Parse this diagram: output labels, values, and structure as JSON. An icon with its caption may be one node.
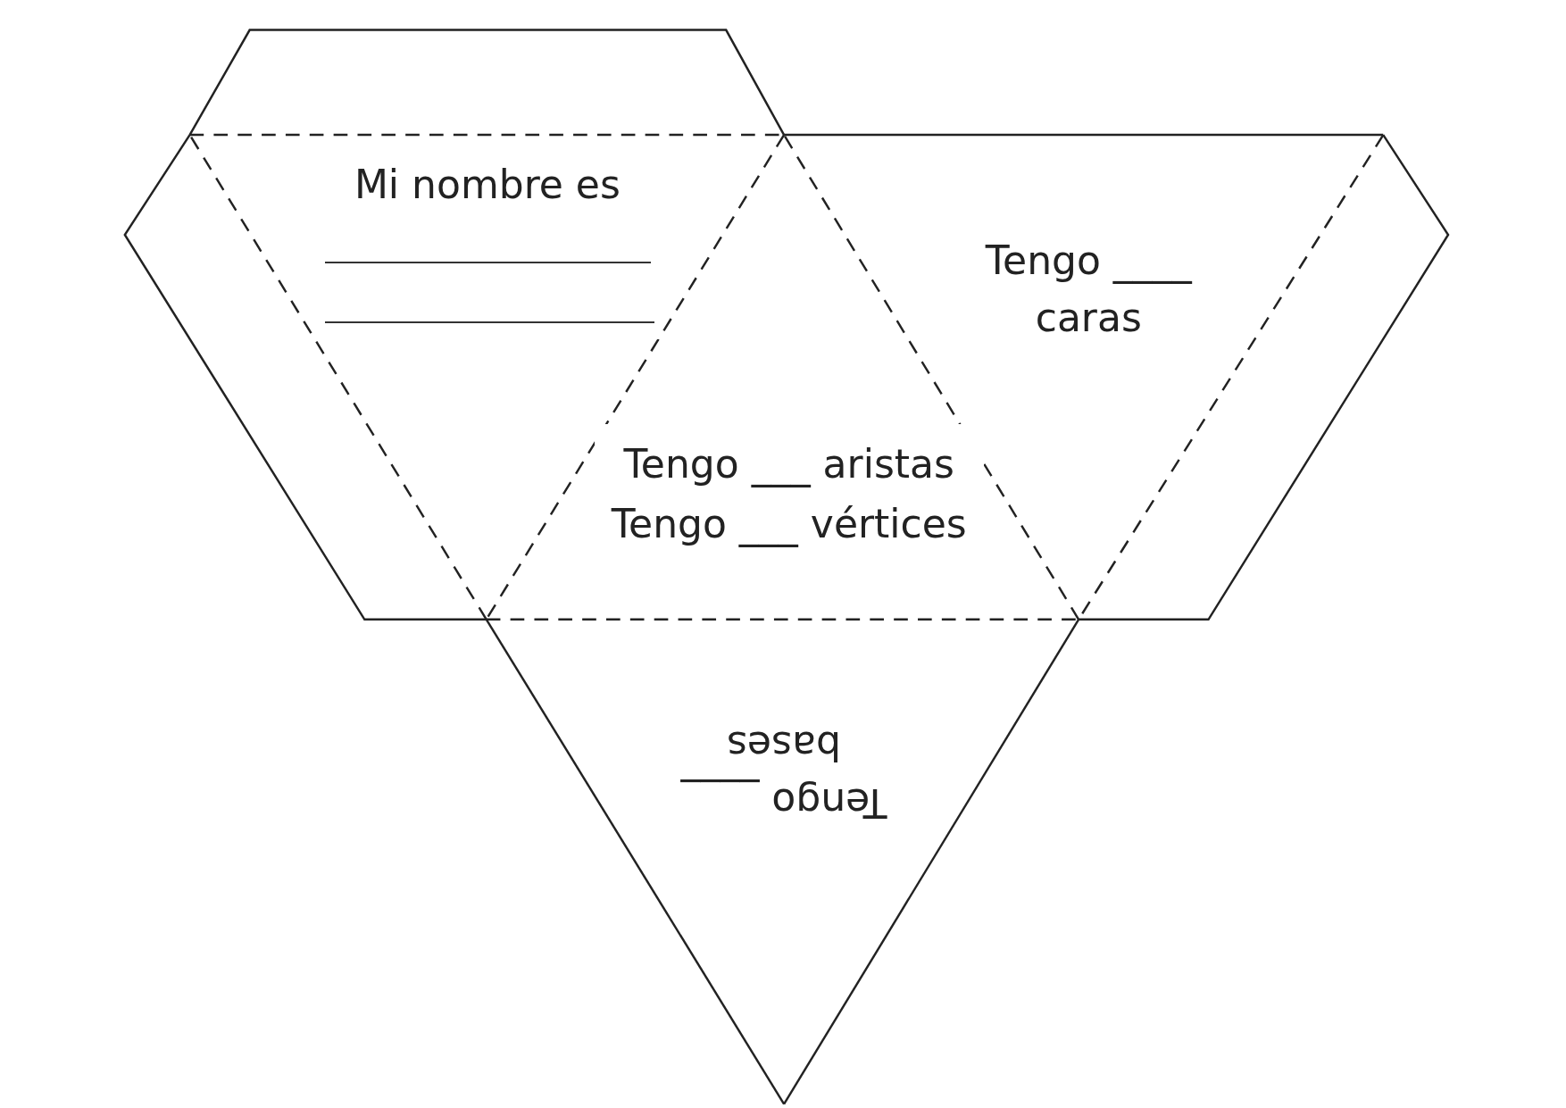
{
  "diagram": {
    "nodes": [
      {
        "text": [
          "Mi nombre es"
        ]
      },
      {
        "text": [
          "Tengo ___ aristas",
          "Tengo ___ vértices"
        ]
      },
      {
        "text": [
          "Tengo ____ caras"
        ]
      },
      {
        "text": [
          "Tengo ____ bases"
        ]
      }
    ]
  }
}
